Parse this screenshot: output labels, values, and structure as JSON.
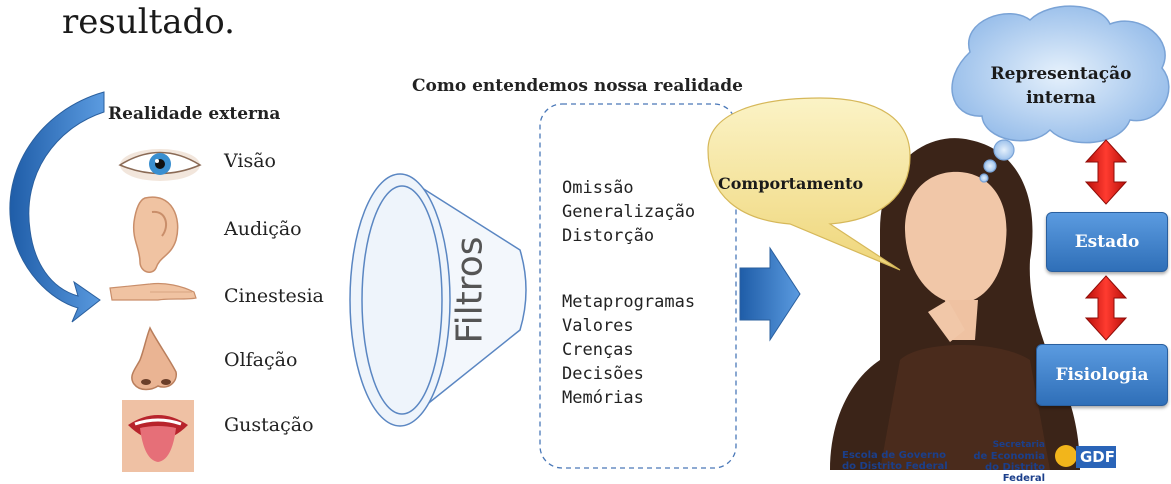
{
  "top_word": "resultado.",
  "title": "Como entendemos nossa realidade",
  "external_reality": {
    "title": "Realidade externa",
    "senses": [
      {
        "label": "Visão",
        "icon": "eye-icon"
      },
      {
        "label": "Audição",
        "icon": "ear-icon"
      },
      {
        "label": "Cinestesia",
        "icon": "hand-icon"
      },
      {
        "label": "Olfação",
        "icon": "nose-icon"
      },
      {
        "label": "Gustação",
        "icon": "mouth-icon"
      }
    ]
  },
  "filters_label": "Filtros",
  "filter_items_group1": [
    "Omissão",
    "Generalização",
    "Distorção"
  ],
  "filter_items_group2": [
    "Metaprogramas",
    "Valores",
    "Crenças",
    "Decisões",
    "Memórias"
  ],
  "speech_bubble": "Comportamento",
  "thought_cloud": {
    "line1": "Representação",
    "line2": "interna"
  },
  "state_box": "Estado",
  "physiology_box": "Fisiologia",
  "footer": {
    "school_line1": "Escola de Governo",
    "school_line2": "do Distrito Federal",
    "secretaria_line0": "Secretaria",
    "secretaria_line1": "de Economia",
    "secretaria_line2": "do Distrito Federal",
    "gdf": "GDF"
  },
  "colors": {
    "arrow_blue": "#2f73c2",
    "box_blue": "#3f82cf",
    "double_arrow_red": "#e0201a",
    "bubble_yellow": "#f7e9a1",
    "cloud_blue": "#a7c9ee"
  }
}
